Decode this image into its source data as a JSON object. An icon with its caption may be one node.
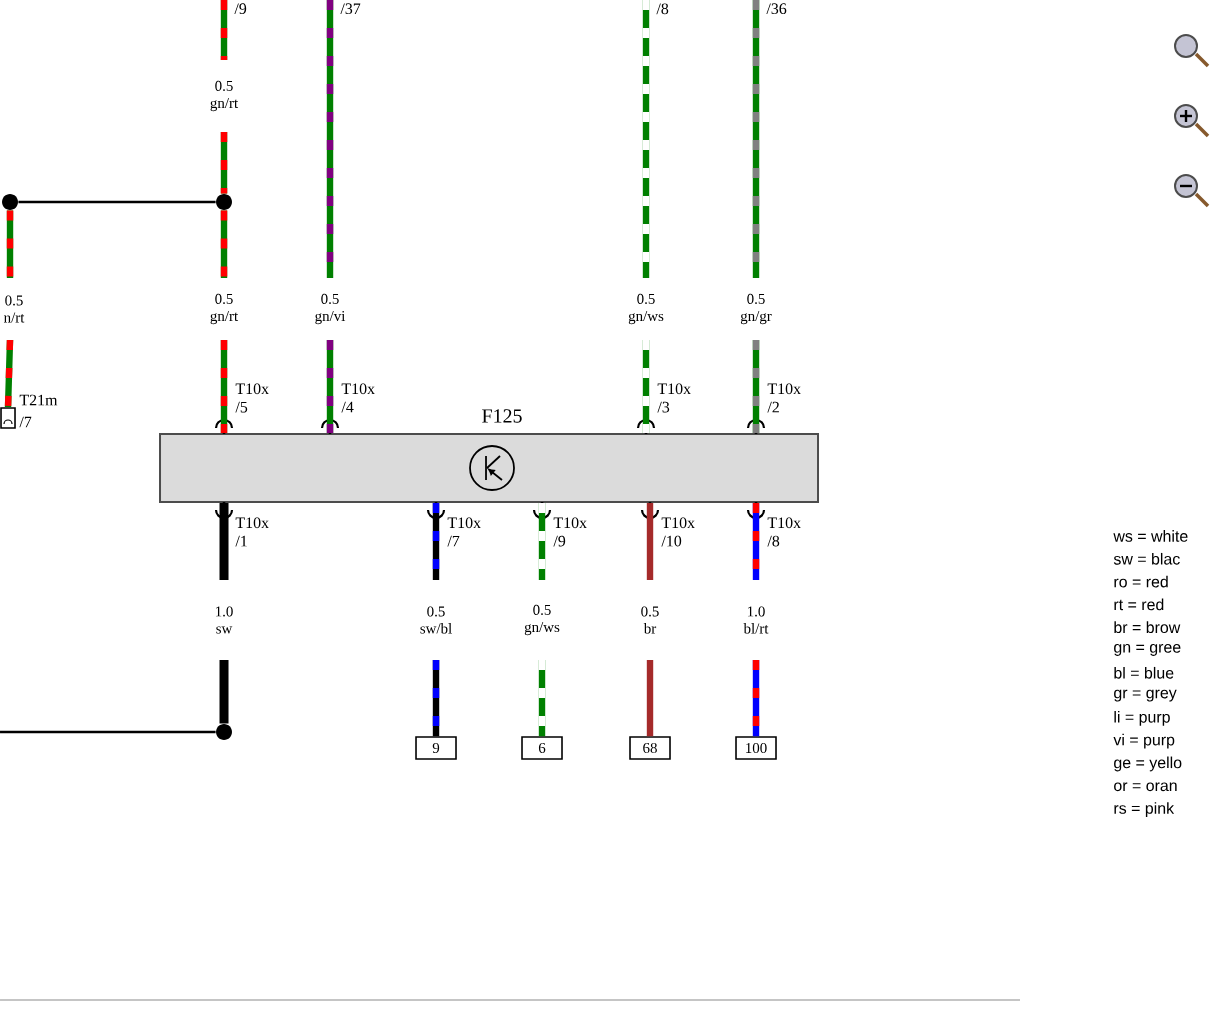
{
  "diagram": {
    "nodes": [
      {
        "text": [
          "F125"
        ]
      },
      {
        "text": [
          "9"
        ]
      },
      {
        "text": [
          "6"
        ]
      },
      {
        "text": [
          "68"
        ]
      },
      {
        "text": [
          "100"
        ]
      },
      {
        "text": [],
        "shape": "box",
        "beside": [
          "T21m",
          "/7"
        ]
      },
      {
        "text": [],
        "shape": "circle"
      },
      {
        "text": [],
        "shape": "circle"
      },
      {
        "text": [],
        "shape": "circle"
      },
      {
        "text": [
          "/9"
        ]
      },
      {
        "text": [
          "/37"
        ]
      },
      {
        "text": [
          "/8"
        ]
      },
      {
        "text": [
          "/36"
        ]
      }
    ],
    "edges": [
      {
        "from": 9,
        "to": 7,
        "arrow": "none",
        "label": "0.5 gn/rt",
        "color": "#008000"
      },
      {
        "from": 7,
        "to": 0,
        "arrow": "none",
        "label": "0.5 gn/rt",
        "color": "#008000"
      },
      {
        "from": 6,
        "to": 7,
        "arrow": "none",
        "color": "#000000"
      },
      {
        "from": 6,
        "to": 5,
        "arrow": "none",
        "label": "0.5 n/rt",
        "color": "#008000"
      },
      {
        "from": 10,
        "to": 0,
        "arrow": "none",
        "label": "0.5 gn/vi",
        "color": "#008000"
      },
      {
        "from": 11,
        "to": 0,
        "arrow": "none",
        "label": "0.5 gn/ws",
        "color": "#008000"
      },
      {
        "from": 12,
        "to": 0,
        "arrow": "none",
        "label": "0.5 gn/gr",
        "color": "#008000"
      },
      {
        "from": 0,
        "to": 8,
        "arrow": "none",
        "label": "1.0 sw",
        "color": "#000000"
      },
      {
        "from": null,
        "to": 8,
        "arrow": "none",
        "color": "#000000"
      },
      {
        "from": 0,
        "to": 1,
        "arrow": "none",
        "label": "0.5 sw/bl",
        "color": "#000000"
      },
      {
        "from": 0,
        "to": 2,
        "arrow": "none",
        "label": "0.5 gn/ws",
        "color": "#008000"
      },
      {
        "from": 0,
        "to": 3,
        "arrow": "none",
        "label": "0.5 br",
        "color": "#a52a2a"
      },
      {
        "from": 0,
        "to": 4,
        "arrow": "none",
        "label": "1.0 bl/rt",
        "color": "#0000ff"
      }
    ],
    "labels": [
      "T10x /5",
      "T10x /4",
      "T10x /3",
      "T10x /2",
      "T10x /1",
      "T10x /7",
      "T10x /9",
      "T10x /10",
      "T10x /8",
      "ws = white",
      "sw = blac",
      "ro = red",
      "rt = red",
      "br = brow",
      "gn = gree",
      "bl = blue",
      "gr = grey",
      "li = purp",
      "vi = purp",
      "ge = yello",
      "or = oran",
      "rs = pink"
    ]
  }
}
